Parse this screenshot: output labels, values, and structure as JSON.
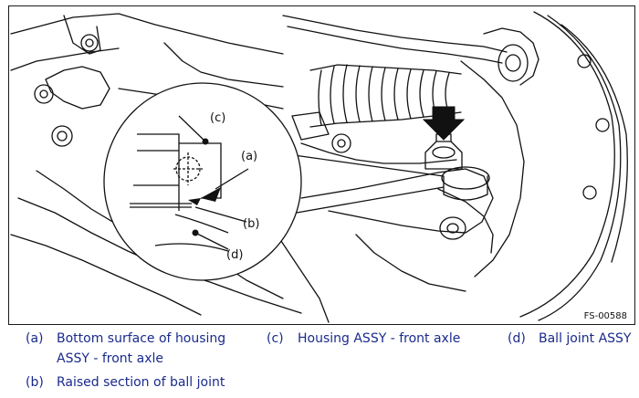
{
  "figure": {
    "code": "FS-00588",
    "callouts": {
      "a": "(a)",
      "b": "(b)",
      "c": "(c)",
      "d": "(d)"
    }
  },
  "legend": {
    "items": [
      {
        "tag": "(a)",
        "line1": "Bottom surface of housing",
        "line2": "ASSY - front axle"
      },
      {
        "tag": "(b)",
        "line1": "Raised section of ball joint"
      },
      {
        "tag": "(c)",
        "line1": "Housing ASSY - front axle"
      },
      {
        "tag": "(d)",
        "line1": "Ball joint ASSY"
      }
    ]
  },
  "colors": {
    "legend_text": "#1a2a8c",
    "line": "#111111"
  }
}
